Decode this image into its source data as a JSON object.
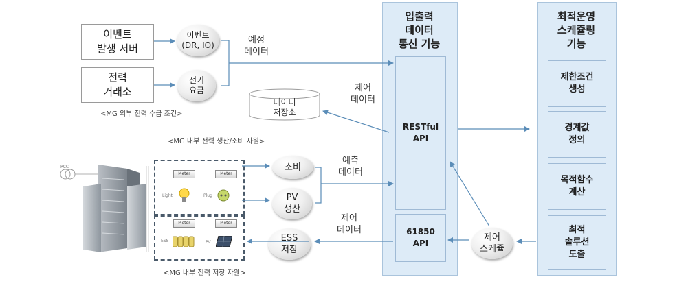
{
  "external": {
    "event_server": "이벤트\n발생 서버",
    "power_exchange": "전력\n거래소",
    "event_bubble": "이벤트\n(DR, IO)",
    "tariff_bubble": "전기\n요금",
    "forecast_label": "예정\n데이터",
    "caption": "<MG 외부 전력 수급 조건>"
  },
  "storage": {
    "label": "데이터\n저장소",
    "control_label": "제어\n데이터"
  },
  "internal": {
    "caption_top": "<MG 내부 전력 생산/소비 자원>",
    "caption_bottom": "<MG 내부 전력 저장 자원>",
    "consume_bubble": "소비",
    "pv_bubble": "PV\n생산",
    "ess_bubble": "ESS\n저장",
    "forecast_label": "예측\n데이터",
    "control_label": "제어\n데이터",
    "meter_text": "Meter",
    "light_text": "Light",
    "plug_text": "Plug",
    "ess_text": "ESS",
    "pv_text": "PV",
    "pcc_text": "PCC"
  },
  "io": {
    "title": "입출력\n데이터\n통신 기능",
    "restful": "RESTful\nAPI",
    "api61850": "61850\nAPI"
  },
  "scheduler": {
    "title": "최적운영\n스케쥴링\n기능",
    "items": [
      "제한조건\n생성",
      "경계값\n정의",
      "목적함수\n계산",
      "최적\n솔루션\n도출"
    ],
    "control_bubble": "제어\n스케쥴"
  },
  "colors": {
    "panel": "#ddebf7",
    "arrow": "#5b8db8"
  }
}
